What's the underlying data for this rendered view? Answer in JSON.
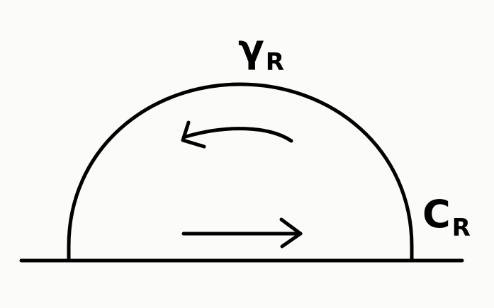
{
  "diagram": {
    "arc_label": {
      "symbol": "γ",
      "subscript": "R"
    },
    "contour_label": {
      "symbol": "C",
      "subscript": "R"
    },
    "stroke_color": "#000000",
    "background_color": "#fbfbf9"
  }
}
